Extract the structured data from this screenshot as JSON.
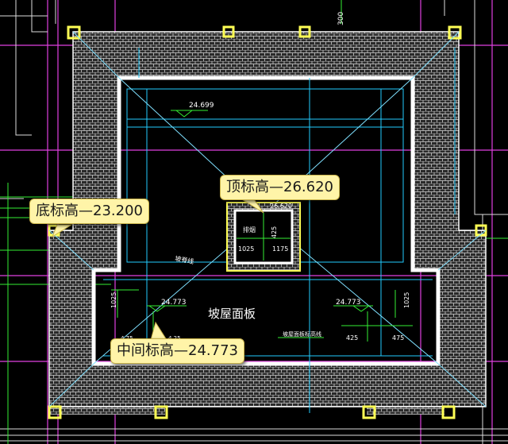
{
  "callouts": {
    "top": "顶标高—26.620",
    "bottom": "底标高—23.200",
    "middle": "中间标高—24.773"
  },
  "drawing": {
    "title": "坡屋面板",
    "dim_top_axis": "300",
    "elev_upper": "24.699",
    "elev_left": "24.773",
    "elev_right": "24.773",
    "elev_center": "26.620",
    "dim_left_vertical": "1025",
    "dim_right_vertical": "1025",
    "dim_box_left": "1025",
    "dim_box_right": "1175",
    "dim_box_vertical": "425",
    "dim_lower_left": "425",
    "dim_lower_right": "475",
    "box_label": "排烟",
    "slope_label": "坡脊线",
    "line_label": "坡屋面板标高线",
    "small_left_a": "4 75",
    "small_left_b": "4 25"
  },
  "colors": {
    "background": "#000000",
    "wall": "#ffffff",
    "hatch": "#bdbdbd",
    "column": "#ffff66",
    "axis": "#ff33ff",
    "cyan": "#33d6ff",
    "green": "#33ff33",
    "callout_bg": "#fff4a8"
  }
}
